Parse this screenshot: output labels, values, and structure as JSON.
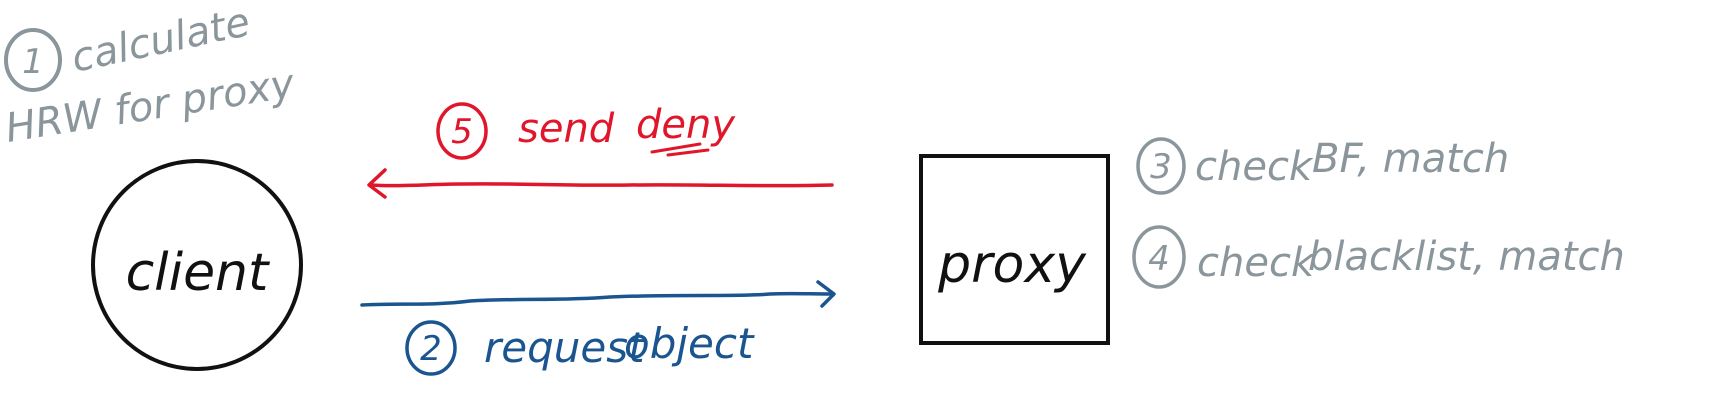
{
  "colors": {
    "annotation_gray": "#8a969b",
    "deny_red": "#e0162b",
    "request_blue": "#1b5590",
    "shape_black": "#111111"
  },
  "steps": {
    "step1": {
      "number": "1",
      "line1": "calculate",
      "line2": "HRW for proxy"
    },
    "step2": {
      "number": "2",
      "text1": "request",
      "text2": "object"
    },
    "step3": {
      "number": "3",
      "text1": "check",
      "text2": "BF, match"
    },
    "step4": {
      "number": "4",
      "text1": "check",
      "text2": "blacklist, match"
    },
    "step5": {
      "number": "5",
      "text1": "send",
      "text2": "deny"
    }
  },
  "nodes": {
    "client": {
      "label": "client",
      "shape": "circle"
    },
    "proxy": {
      "label": "proxy",
      "shape": "square"
    }
  }
}
